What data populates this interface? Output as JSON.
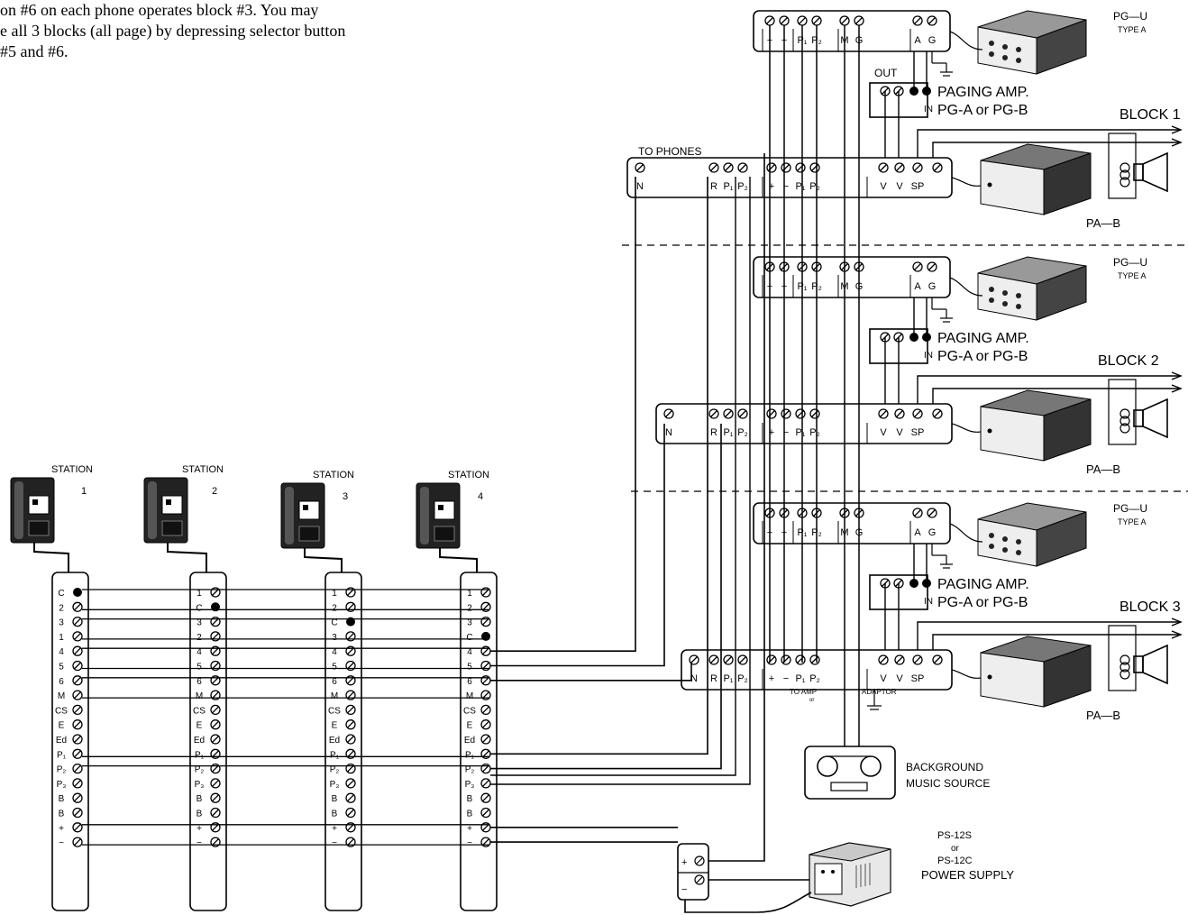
{
  "intro": {
    "lines": [
      "on #6 on each phone operates block #3.  You may",
      "e all 3 blocks (all page) by depressing selector button",
      "#5 and #6."
    ]
  },
  "stations": [
    {
      "label": "STATION",
      "number": "1",
      "terminals": [
        "C",
        "2",
        "3",
        "1",
        "4",
        "5",
        "6",
        "M",
        "CS",
        "E",
        "Ed",
        "P₁",
        "P₂",
        "P₃",
        "B",
        "B",
        "+",
        "−"
      ]
    },
    {
      "label": "STATION",
      "number": "2",
      "terminals": [
        "1",
        "C",
        "3",
        "2",
        "4",
        "5",
        "6",
        "M",
        "CS",
        "E",
        "Ed",
        "P₁",
        "P₂",
        "P₃",
        "B",
        "B",
        "+",
        "−"
      ]
    },
    {
      "label": "STATION",
      "number": "3",
      "terminals": [
        "1",
        "2",
        "C",
        "3",
        "4",
        "5",
        "6",
        "M",
        "CS",
        "E",
        "Ed",
        "P₁",
        "P₂",
        "P₃",
        "B",
        "B",
        "+",
        "−"
      ]
    },
    {
      "label": "STATION",
      "number": "4",
      "terminals": [
        "1",
        "2",
        "3",
        "C",
        "4",
        "5",
        "6",
        "M",
        "CS",
        "E",
        "Ed",
        "P₁",
        "P₂",
        "P₃",
        "B",
        "B",
        "+",
        "−"
      ]
    }
  ],
  "blocks": [
    {
      "name": "BLOCK 1",
      "pg_model": "PG—U",
      "pg_type": "TYPE A",
      "amp_label": "PAGING AMP.",
      "amp_models": "PG-A or PG-B",
      "pa_label": "PA—B"
    },
    {
      "name": "BLOCK 2",
      "pg_model": "PG—U",
      "pg_type": "TYPE A",
      "amp_label": "PAGING AMP.",
      "amp_models": "PG-A or PG-B",
      "pa_label": "PA—B"
    },
    {
      "name": "BLOCK 3",
      "pg_model": "PG—U",
      "pg_type": "TYPE A",
      "amp_label": "PAGING AMP.",
      "amp_models": "PG-A or PG-B",
      "pa_label": "PA—B"
    }
  ],
  "labels": {
    "to_phones": "TO PHONES",
    "out": "OUT",
    "in": "IN",
    "to_amp": "TO AMP",
    "or_small": "or",
    "adaptor": "ADAPTOR",
    "bgm_line1": "BACKGROUND",
    "bgm_line2": "MUSIC  SOURCE",
    "ps_line1": "PS-12S",
    "ps_or": "or",
    "ps_line2": "PS-12C",
    "ps_line3": "POWER  SUPPLY"
  },
  "terminal_sets": {
    "pg_strip": [
      "+",
      "−",
      "P₁",
      "P₂",
      "M",
      "G",
      "A",
      "G"
    ],
    "phone_strip": [
      "N",
      "R",
      "P₁",
      "P₂",
      "+",
      "−",
      "P₁",
      "P₂",
      "V",
      "V",
      "SP"
    ],
    "supply_strip": [
      "+",
      "−"
    ]
  }
}
